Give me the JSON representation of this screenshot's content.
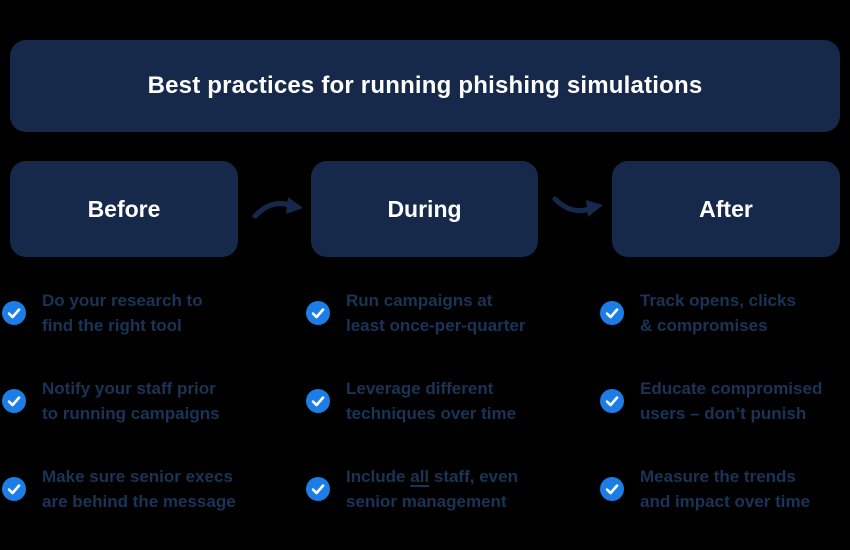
{
  "title": "Best practices for running phishing simulations",
  "colors": {
    "background": "#000000",
    "panel": "#16294a",
    "accent_blue": "#1d7de6",
    "text_navy": "#1b3357",
    "text_white": "#ffffff"
  },
  "columns": [
    {
      "heading": "Before",
      "items": [
        {
          "lines": [
            "Do your research to",
            "find the right tool"
          ]
        },
        {
          "lines": [
            "Notify your staff prior",
            "to running campaigns"
          ]
        },
        {
          "lines": [
            "Make sure senior execs",
            "are behind the message"
          ]
        }
      ]
    },
    {
      "heading": "During",
      "items": [
        {
          "lines": [
            "Run campaigns at",
            "least once-per-quarter"
          ]
        },
        {
          "lines": [
            "Leverage different",
            "techniques over time"
          ]
        },
        {
          "seg_before": "Include ",
          "seg_underline": "all",
          "seg_after": " staff, even",
          "line2": "senior management"
        }
      ]
    },
    {
      "heading": "After",
      "items": [
        {
          "lines": [
            "Track opens, clicks",
            "& compromises"
          ]
        },
        {
          "lines": [
            "Educate compromised",
            "users – don’t punish"
          ]
        },
        {
          "lines": [
            "Measure the trends",
            "and impact over time"
          ]
        }
      ]
    }
  ],
  "icons": {
    "check": "checkmark-in-blue-circle",
    "arrow_1": "curved-swoosh-arrow-up",
    "arrow_2": "curved-swoosh-arrow-down"
  }
}
